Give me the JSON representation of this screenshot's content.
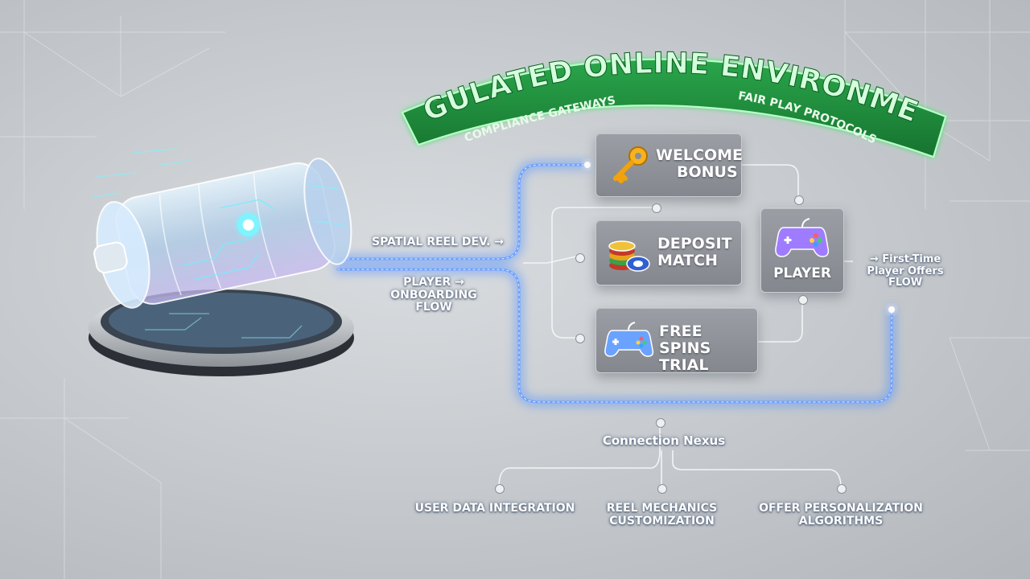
{
  "banner": {
    "title": "REGULATED ONLINE ENVIRONMENT",
    "left_tag": "COMPLIANCE GATEWAYS",
    "right_tag": "FAIR PLAY PROTOCOLS"
  },
  "input_labels": {
    "spatial": "SPATIAL REEL DEV. →",
    "player_line1": "PLAYER →",
    "player_line2": "ONBOARDING FLOW"
  },
  "offers": [
    {
      "line1": "WELCOME",
      "line2": "BONUS",
      "icon": "key-icon"
    },
    {
      "line1": "DEPOSIT",
      "line2": "MATCH",
      "icon": "casino-chips-icon"
    },
    {
      "line1": "FREE SPINS",
      "line2": "TRIAL",
      "icon": "gamepad-icon"
    }
  ],
  "player_box": {
    "label": "PLAYER",
    "icon": "gamepad-icon"
  },
  "output_label": {
    "line1": "→ First-Time",
    "line2": "Player Offers",
    "line3": "FLOW"
  },
  "nexus": {
    "label": "Connection Nexus"
  },
  "nexus_items": [
    {
      "line1": "USER DATA INTEGRATION",
      "line2": ""
    },
    {
      "line1": "REEL MECHANICS",
      "line2": "CUSTOMIZATION"
    },
    {
      "line1": "OFFER PERSONALIZATION",
      "line2": "ALGORITHMS"
    }
  ],
  "colors": {
    "banner_green": "#1f8a3c",
    "banner_text": "#c8ffd4",
    "glow_blue": "#3d7bff"
  }
}
